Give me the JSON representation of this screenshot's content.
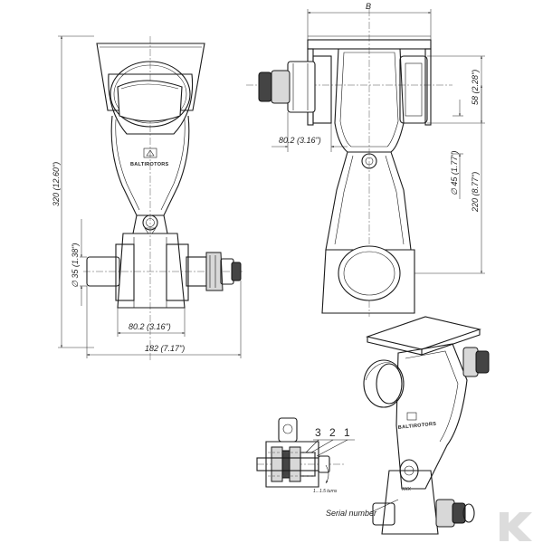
{
  "front_view": {
    "brand": "BALTIROTORS",
    "dim_height": "320 (12.60\")",
    "dim_shaft_dia": "∅ 35   (1.38\")",
    "dim_inner_width": "80.2 (3.16\")",
    "dim_overall_width": "182 (7.17\")"
  },
  "side_view": {
    "dim_b": "B",
    "dim_inner_width": "80.2 (3.16\")",
    "dim_58": "58 (2.28\")",
    "dim_pin_dia": "∅ 45 (1.77\")",
    "dim_220": "220 (8.77\")"
  },
  "detail_view": {
    "label_3": "3",
    "label_2": "2",
    "label_1": "1",
    "note_turns": "1...1.5 turns"
  },
  "iso_view": {
    "serial_label": "Serial number",
    "mark_xxx": "XXX"
  },
  "colors": {
    "line": "#1a1a1a",
    "watermark": "#bfbfbf"
  },
  "icons": {
    "watermark": "kramp-k-logo-icon",
    "logo": "baltirotors-logo-icon"
  }
}
